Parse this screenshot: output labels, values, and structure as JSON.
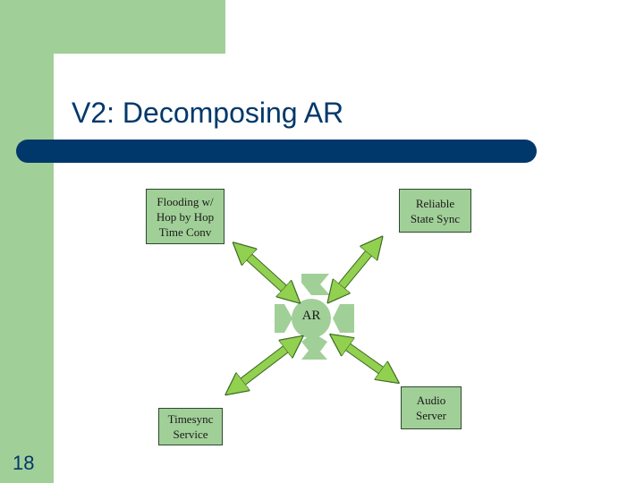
{
  "slide": {
    "title": "V2: Decomposing AR",
    "page_number": "18"
  },
  "colors": {
    "accent_green": "#a1cf98",
    "title_blue": "#00386b",
    "arrow_green": "#92d050"
  },
  "diagram": {
    "center": {
      "label": "AR"
    },
    "nodes": {
      "flooding": "Flooding w/\nHop by Hop\nTime Conv",
      "reliable": "Reliable\nState Sync",
      "timesync": "Timesync\nService",
      "audio": "Audio\nServer"
    }
  }
}
